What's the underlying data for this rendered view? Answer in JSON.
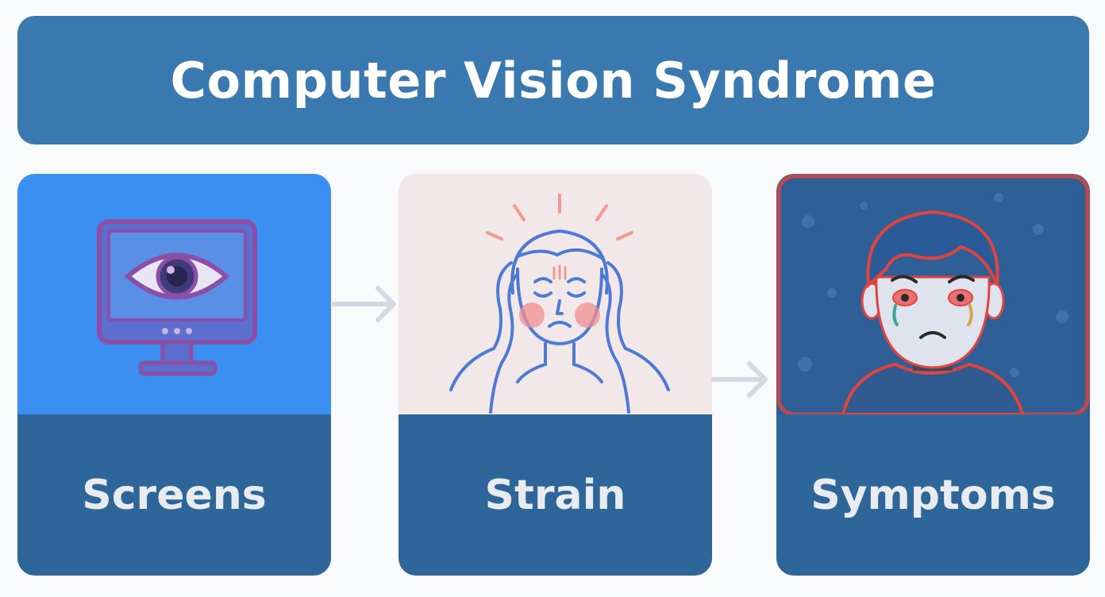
{
  "title": "Computer Vision Syndrome",
  "steps": [
    {
      "label": "Screens",
      "icon": "monitor-eye-icon"
    },
    {
      "label": "Strain",
      "icon": "headache-person-icon"
    },
    {
      "label": "Symptoms",
      "icon": "crying-child-icon"
    }
  ],
  "colors": {
    "banner": "#3a78b0",
    "card_footer": "#2e6699",
    "screens_bg": "#3a8ff0",
    "strain_bg": "#f2e8ea",
    "symptoms_bg": "#2e5f97",
    "alert_red": "#e0443e"
  }
}
